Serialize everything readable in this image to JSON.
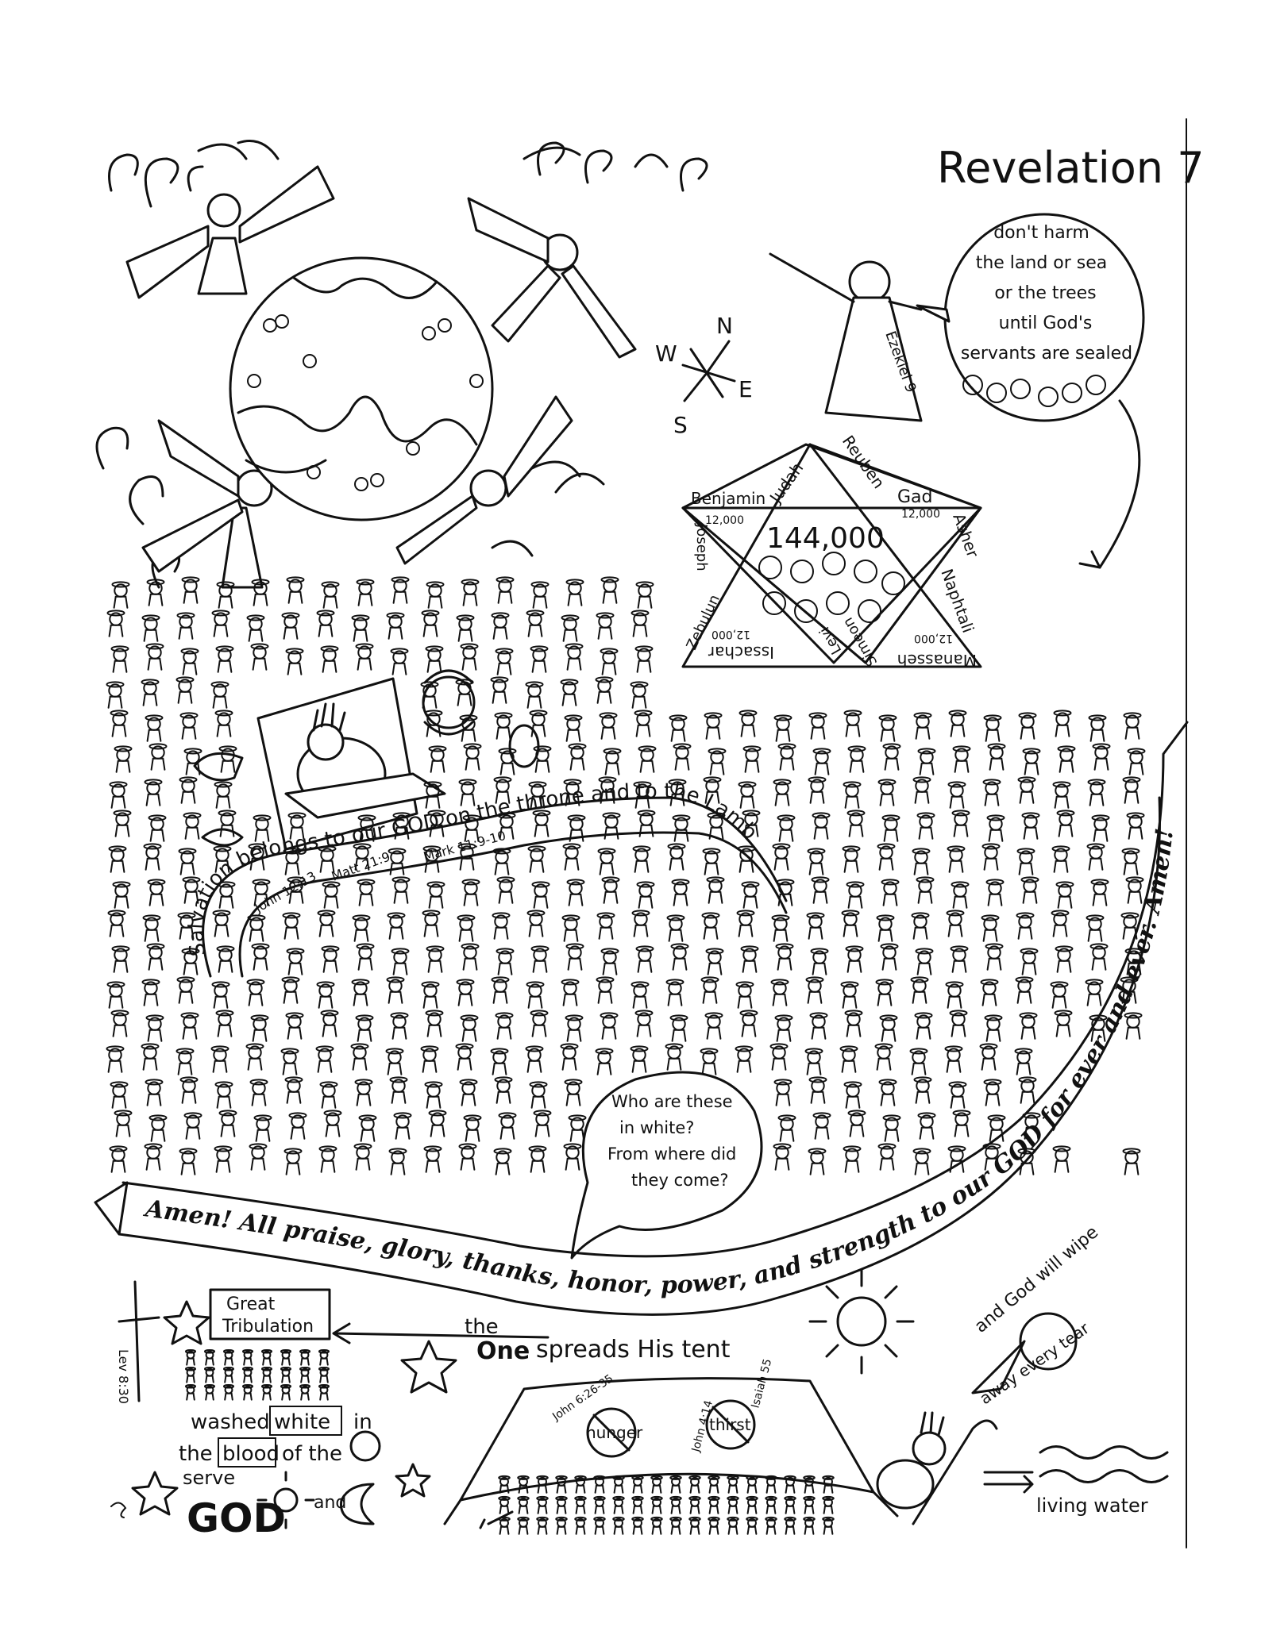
{
  "title": "Revelation 7",
  "compass": {
    "n": "N",
    "s": "S",
    "e": "E",
    "w": "W"
  },
  "angel_speech": {
    "lines": [
      "don't harm",
      "the land or sea",
      "or the trees",
      "until God's",
      "servants are sealed"
    ]
  },
  "ezekiel_label": "Ezekiel 9",
  "tribes": {
    "center": "144,000",
    "names": [
      "Benjamin",
      "Judah",
      "Reuben",
      "Gad",
      "Asher",
      "Naphtali",
      "Manasseh",
      "Simeon",
      "Levi",
      "Issachar",
      "Zebulun",
      "Joseph"
    ],
    "count_each": "12,000"
  },
  "banner_top": "Salvation belongs to our GOD on the throne and to the Lamb",
  "references": {
    "john": "John 12:13",
    "matt": "Matt 21:9",
    "mark": "Mark 11:9-10"
  },
  "question_bubble": {
    "lines": [
      "Who are these",
      "in white?",
      "From where did",
      "they come?"
    ]
  },
  "banner_bottom": "Amen! All praise, glory, thanks, honor, power, and strength to our GOD for ever and ever. Amen!",
  "tribulation": {
    "line1": "Great",
    "line2": "Tribulation"
  },
  "lev_ref": "Lev 8:30",
  "washed": {
    "w1": "washed",
    "white": "white",
    "in": "in",
    "the": "the",
    "blood": "blood",
    "of_the": "of the"
  },
  "serve": {
    "serve": "serve",
    "god": "GOD",
    "and": "and"
  },
  "tent_caption": {
    "the": "the",
    "one": "One",
    "rest": "spreads His tent"
  },
  "hunger": {
    "word": "hunger",
    "ref": "John 6:26-35"
  },
  "thirst": {
    "word": "thirst",
    "ref1": "John 4:14",
    "ref2": "Isaiah 55"
  },
  "wipe": {
    "line1": "and God will wipe",
    "line2": "away every tear"
  },
  "living_water": "living water"
}
